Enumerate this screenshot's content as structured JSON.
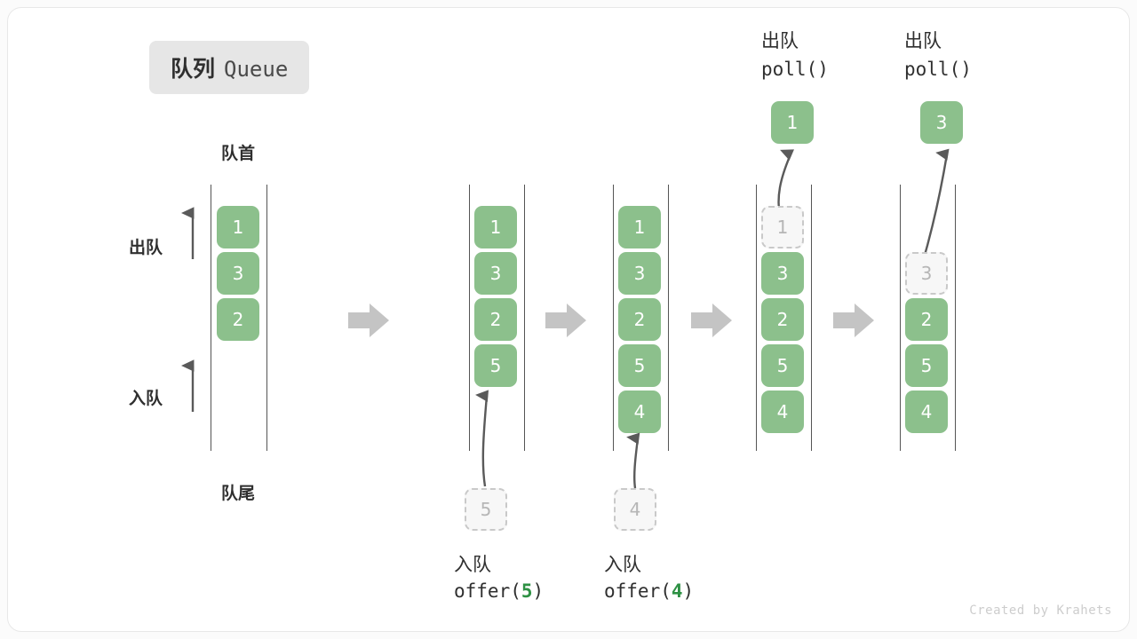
{
  "figure": {
    "title_cn": "队列",
    "title_en": "Queue",
    "credit": "Created by Krahets",
    "head_label": "队首",
    "tail_label": "队尾",
    "dequeue_label": "出队",
    "enqueue_label": "入队",
    "accent_green": "#8cc08c",
    "accent_green_text": "#2e9144",
    "arrow_gray": "#c4c4c4",
    "rail_gray": "#555555",
    "ghost_gray": "#b6b6b6"
  },
  "steps": [
    {
      "id": "initial",
      "caption_cn": "",
      "caption_code": "",
      "op_title_cn": "",
      "op_title_code": "",
      "elements": [
        "1",
        "3",
        "2"
      ],
      "ghost": null,
      "popped": null,
      "incoming": null
    },
    {
      "id": "offer-5",
      "caption_cn": "入队",
      "caption_code": "offer(",
      "caption_arg": "5",
      "caption_code_tail": ")",
      "elements": [
        "1",
        "3",
        "2",
        "5"
      ],
      "ghost": null,
      "popped": null,
      "incoming": "5"
    },
    {
      "id": "offer-4",
      "caption_cn": "入队",
      "caption_code": "offer(",
      "caption_arg": "4",
      "caption_code_tail": ")",
      "elements": [
        "1",
        "3",
        "2",
        "5",
        "4"
      ],
      "ghost": null,
      "popped": null,
      "incoming": "4"
    },
    {
      "id": "poll-1",
      "op_title_cn": "出队",
      "op_title_code": "poll()",
      "elements": [
        "3",
        "2",
        "5",
        "4"
      ],
      "ghost": "1",
      "popped": "1",
      "incoming": null
    },
    {
      "id": "poll-3",
      "op_title_cn": "出队",
      "op_title_code": "poll()",
      "elements": [
        "2",
        "5",
        "4"
      ],
      "ghost": "3",
      "popped": "3",
      "incoming": null
    }
  ],
  "separators": [
    "step-arrow-1",
    "step-arrow-2",
    "step-arrow-3",
    "step-arrow-4"
  ]
}
